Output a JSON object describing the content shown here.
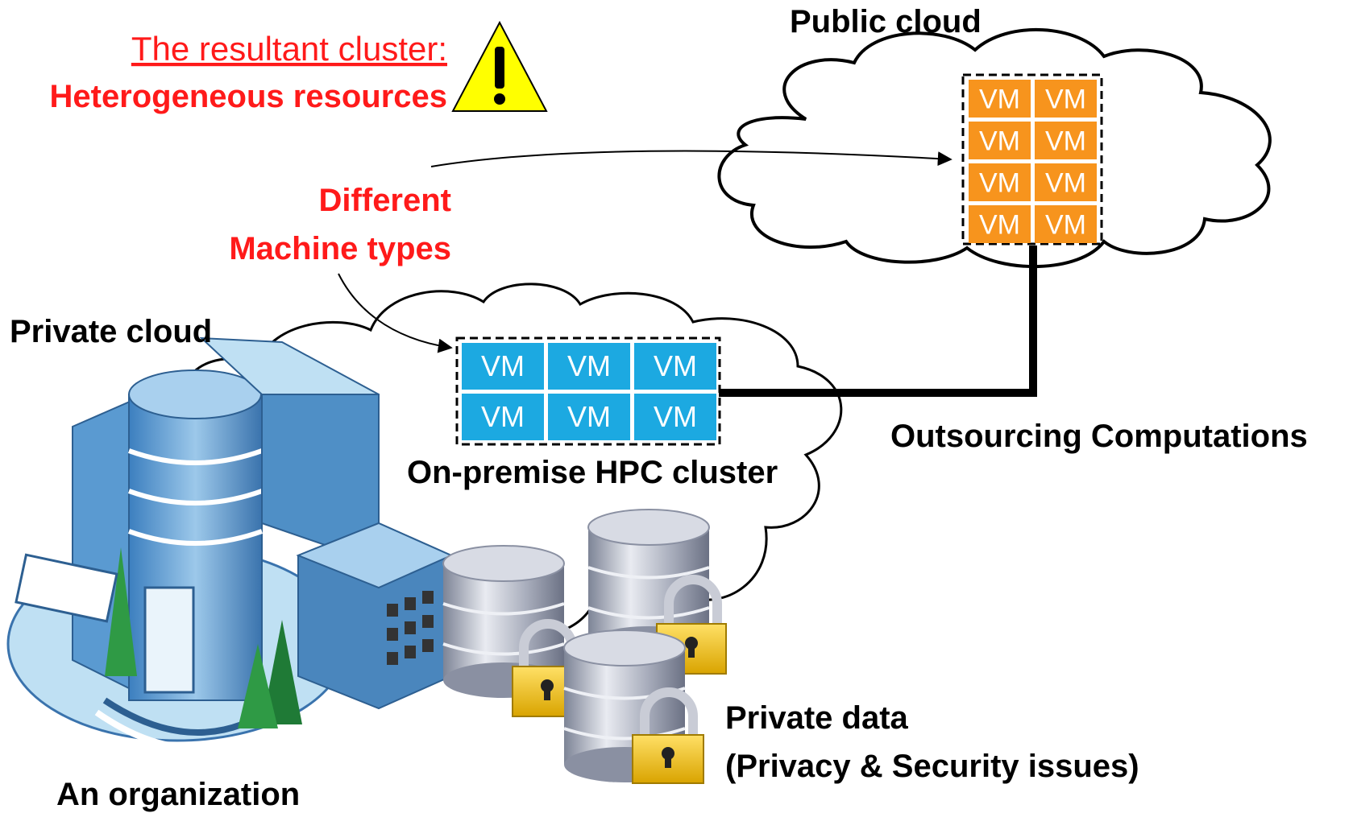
{
  "labels": {
    "resultant_title": "The resultant cluster:",
    "heterogeneous": "Heterogeneous resources",
    "different": "Different",
    "machine_types": "Machine types",
    "public_cloud": "Public cloud",
    "private_cloud": "Private cloud",
    "on_premise": "On-premise HPC cluster",
    "outsourcing": "Outsourcing Computations",
    "private_data": "Private data",
    "privacy_issues": "(Privacy & Security issues)",
    "organization": "An organization"
  },
  "vm_label": "VM",
  "public_cluster": {
    "rows": 4,
    "cols": 2,
    "color": "#f7941d"
  },
  "private_cluster": {
    "rows": 2,
    "cols": 3,
    "color": "#1ca9e1"
  },
  "colors": {
    "warning_red": "#ff1a1a",
    "warning_triangle": "#ffff00",
    "database": "#b8bcc8",
    "lock": "#f2c200",
    "building": "#6fa8d6"
  }
}
